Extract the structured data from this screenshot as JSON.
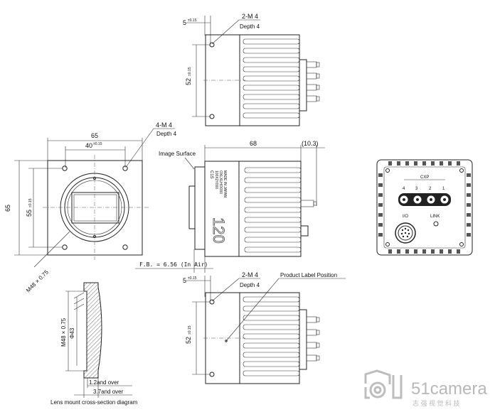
{
  "top_view": {
    "dim_5": "5",
    "tol_5": "±0.15",
    "thread": "2-M 4",
    "depth": "Depth 4",
    "dim_52": "52",
    "tol_52": "±0.15"
  },
  "front_view": {
    "dim_65_w": "65",
    "dim_40": "40",
    "tol_40": "±0.15",
    "thread": "4-M 4",
    "depth": "Depth 4",
    "dim_65_h": "65",
    "dim_55": "55",
    "tol_55": "±0.15",
    "mount": "M48 × 0.75"
  },
  "side_view": {
    "image_surface": "Image Surface",
    "dim_68": "68",
    "dim_10_3": "(10.3)",
    "model": "C1S",
    "serial1": "100X2Y000",
    "serial2": "OXLXLHOO00",
    "made_in": "MADE IN JAPAN",
    "big_label": "120",
    "flange": "F.B. = 6.56 (In Air)"
  },
  "bottom_view": {
    "dim_5": "5",
    "tol_5": "±0.15",
    "thread": "2-M 4",
    "depth": "Depth 4",
    "product_label": "Product Label Position",
    "dim_52": "52",
    "tol_52": "±0.15"
  },
  "back_view": {
    "cxp": "CXP",
    "ports": [
      "4",
      "3",
      "2",
      "1"
    ],
    "io": "I/O",
    "link": "LINK"
  },
  "lens_section": {
    "mount": "M48 × 0.75",
    "phi": "Φ43",
    "over1": "1.2and over",
    "over2": "3.7and over",
    "caption": "Lens mount cross-section diagram"
  },
  "watermark": {
    "brand": "51camera",
    "sub": "志 强 视 觉 科 技"
  }
}
